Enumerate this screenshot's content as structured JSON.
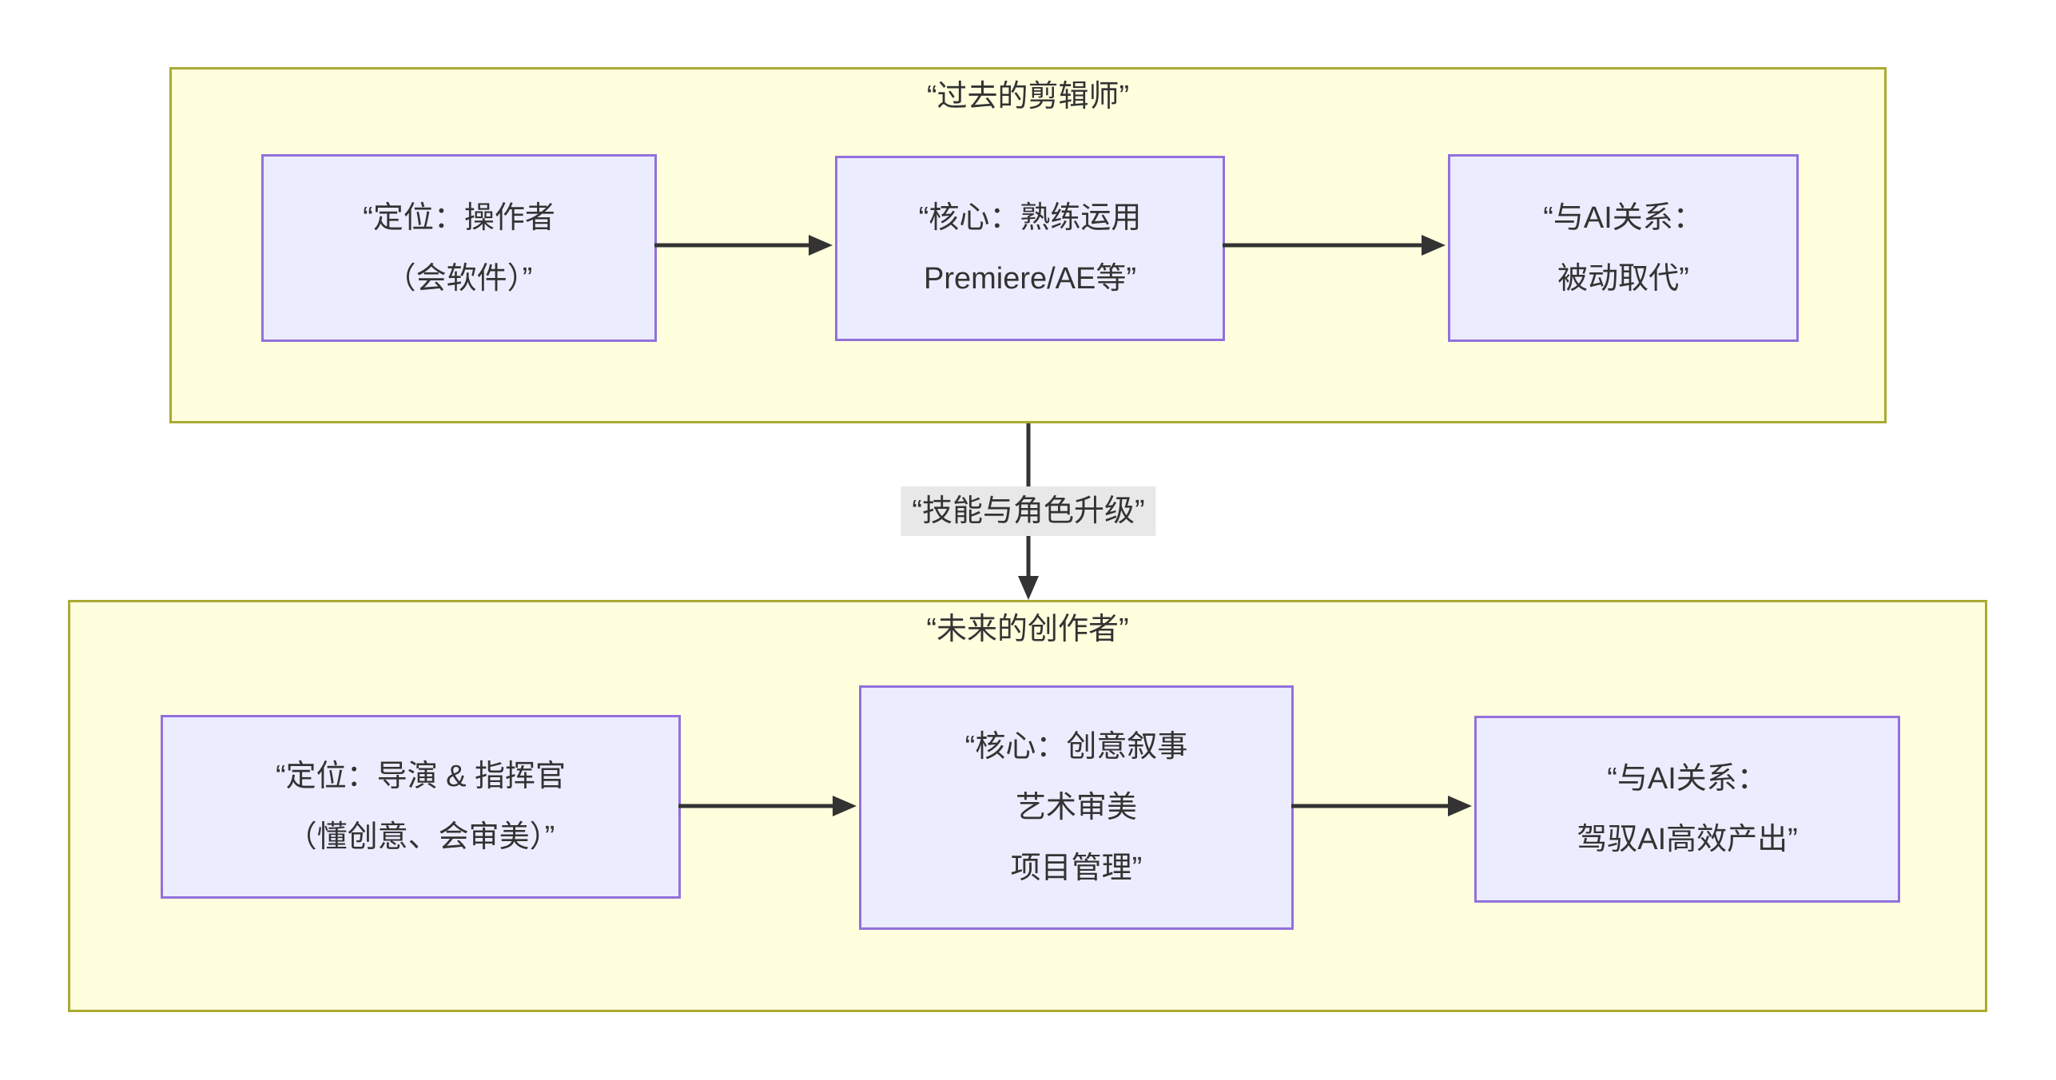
{
  "diagram": {
    "type": "flowchart",
    "edge_label": "“技能与角色升级”",
    "clusters": [
      {
        "id": "past-editor",
        "title": "“过去的剪辑师”",
        "nodes": [
          {
            "id": "past-position",
            "lines": [
              "“定位：操作者",
              "（会软件）”"
            ]
          },
          {
            "id": "past-core",
            "lines": [
              "“核心：熟练运用",
              "Premiere/AE等”"
            ]
          },
          {
            "id": "past-ai-relation",
            "lines": [
              "“与AI关系：",
              "被动取代”"
            ]
          }
        ]
      },
      {
        "id": "future-creator",
        "title": "“未来的创作者”",
        "nodes": [
          {
            "id": "future-position",
            "lines": [
              "“定位：导演 & 指挥官",
              "（懂创意、会审美）”"
            ]
          },
          {
            "id": "future-core",
            "lines": [
              "“核心：创意叙事",
              "艺术审美",
              "项目管理”"
            ]
          },
          {
            "id": "future-ai-relation",
            "lines": [
              "“与AI关系：",
              "驾驭AI高效产出”"
            ]
          }
        ]
      }
    ],
    "colors": {
      "background": "#ffffff",
      "cluster_fill": "#ffffde",
      "cluster_border": "#aaaa33",
      "node_fill": "#ECECFF",
      "node_border": "#9370DB",
      "edge_label_bg": "#e8e8e8",
      "text": "#333333",
      "arrow": "#333333"
    }
  }
}
